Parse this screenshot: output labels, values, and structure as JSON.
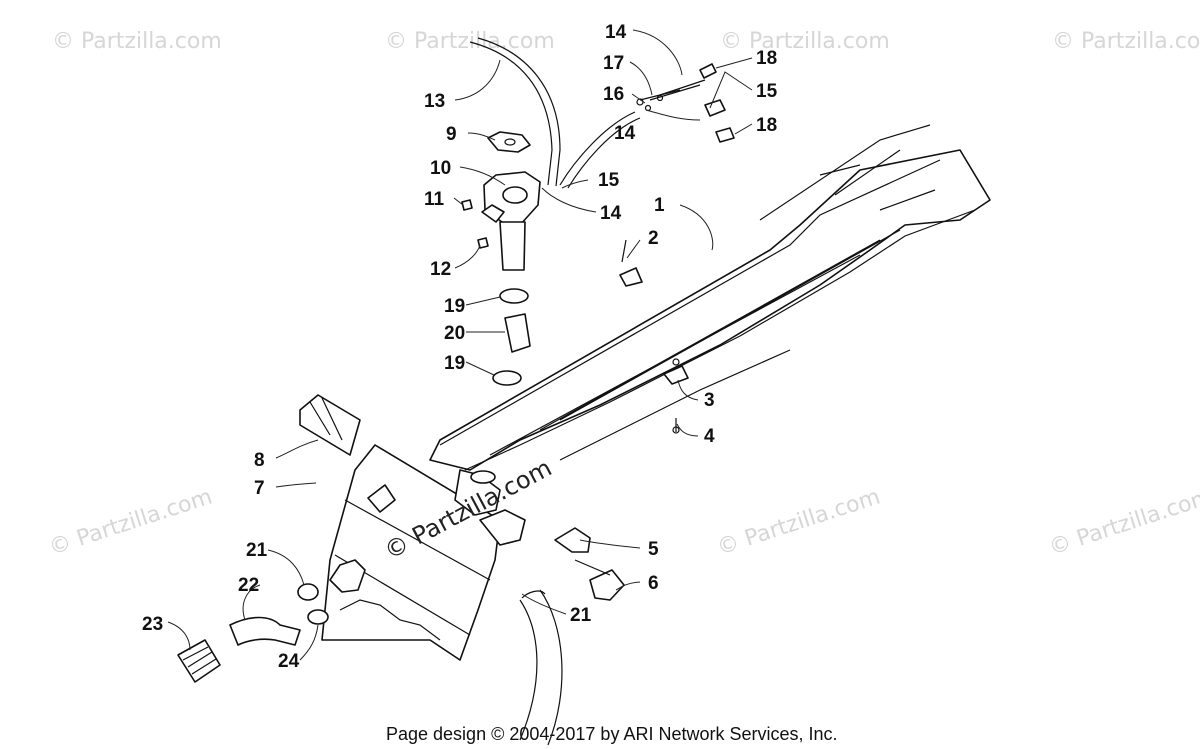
{
  "watermark": "© Partzilla.com",
  "footer": "Page design © 2004-2017 by ARI Network Services, Inc.",
  "callouts": [
    {
      "id": "c1",
      "label": "1"
    },
    {
      "id": "c2",
      "label": "2"
    },
    {
      "id": "c3",
      "label": "3"
    },
    {
      "id": "c4",
      "label": "4"
    },
    {
      "id": "c5",
      "label": "5"
    },
    {
      "id": "c6",
      "label": "6"
    },
    {
      "id": "c7",
      "label": "7"
    },
    {
      "id": "c8",
      "label": "8"
    },
    {
      "id": "c9",
      "label": "9"
    },
    {
      "id": "c10",
      "label": "10"
    },
    {
      "id": "c11",
      "label": "11"
    },
    {
      "id": "c12",
      "label": "12"
    },
    {
      "id": "c13",
      "label": "13"
    },
    {
      "id": "c14a",
      "label": "14"
    },
    {
      "id": "c14b",
      "label": "14"
    },
    {
      "id": "c14c",
      "label": "14"
    },
    {
      "id": "c15a",
      "label": "15"
    },
    {
      "id": "c15b",
      "label": "15"
    },
    {
      "id": "c16",
      "label": "16"
    },
    {
      "id": "c17",
      "label": "17"
    },
    {
      "id": "c18a",
      "label": "18"
    },
    {
      "id": "c18b",
      "label": "18"
    },
    {
      "id": "c19a",
      "label": "19"
    },
    {
      "id": "c19b",
      "label": "19"
    },
    {
      "id": "c20",
      "label": "20"
    },
    {
      "id": "c21a",
      "label": "21"
    },
    {
      "id": "c21b",
      "label": "21"
    },
    {
      "id": "c22",
      "label": "22"
    },
    {
      "id": "c23",
      "label": "23"
    },
    {
      "id": "c24",
      "label": "24"
    }
  ]
}
